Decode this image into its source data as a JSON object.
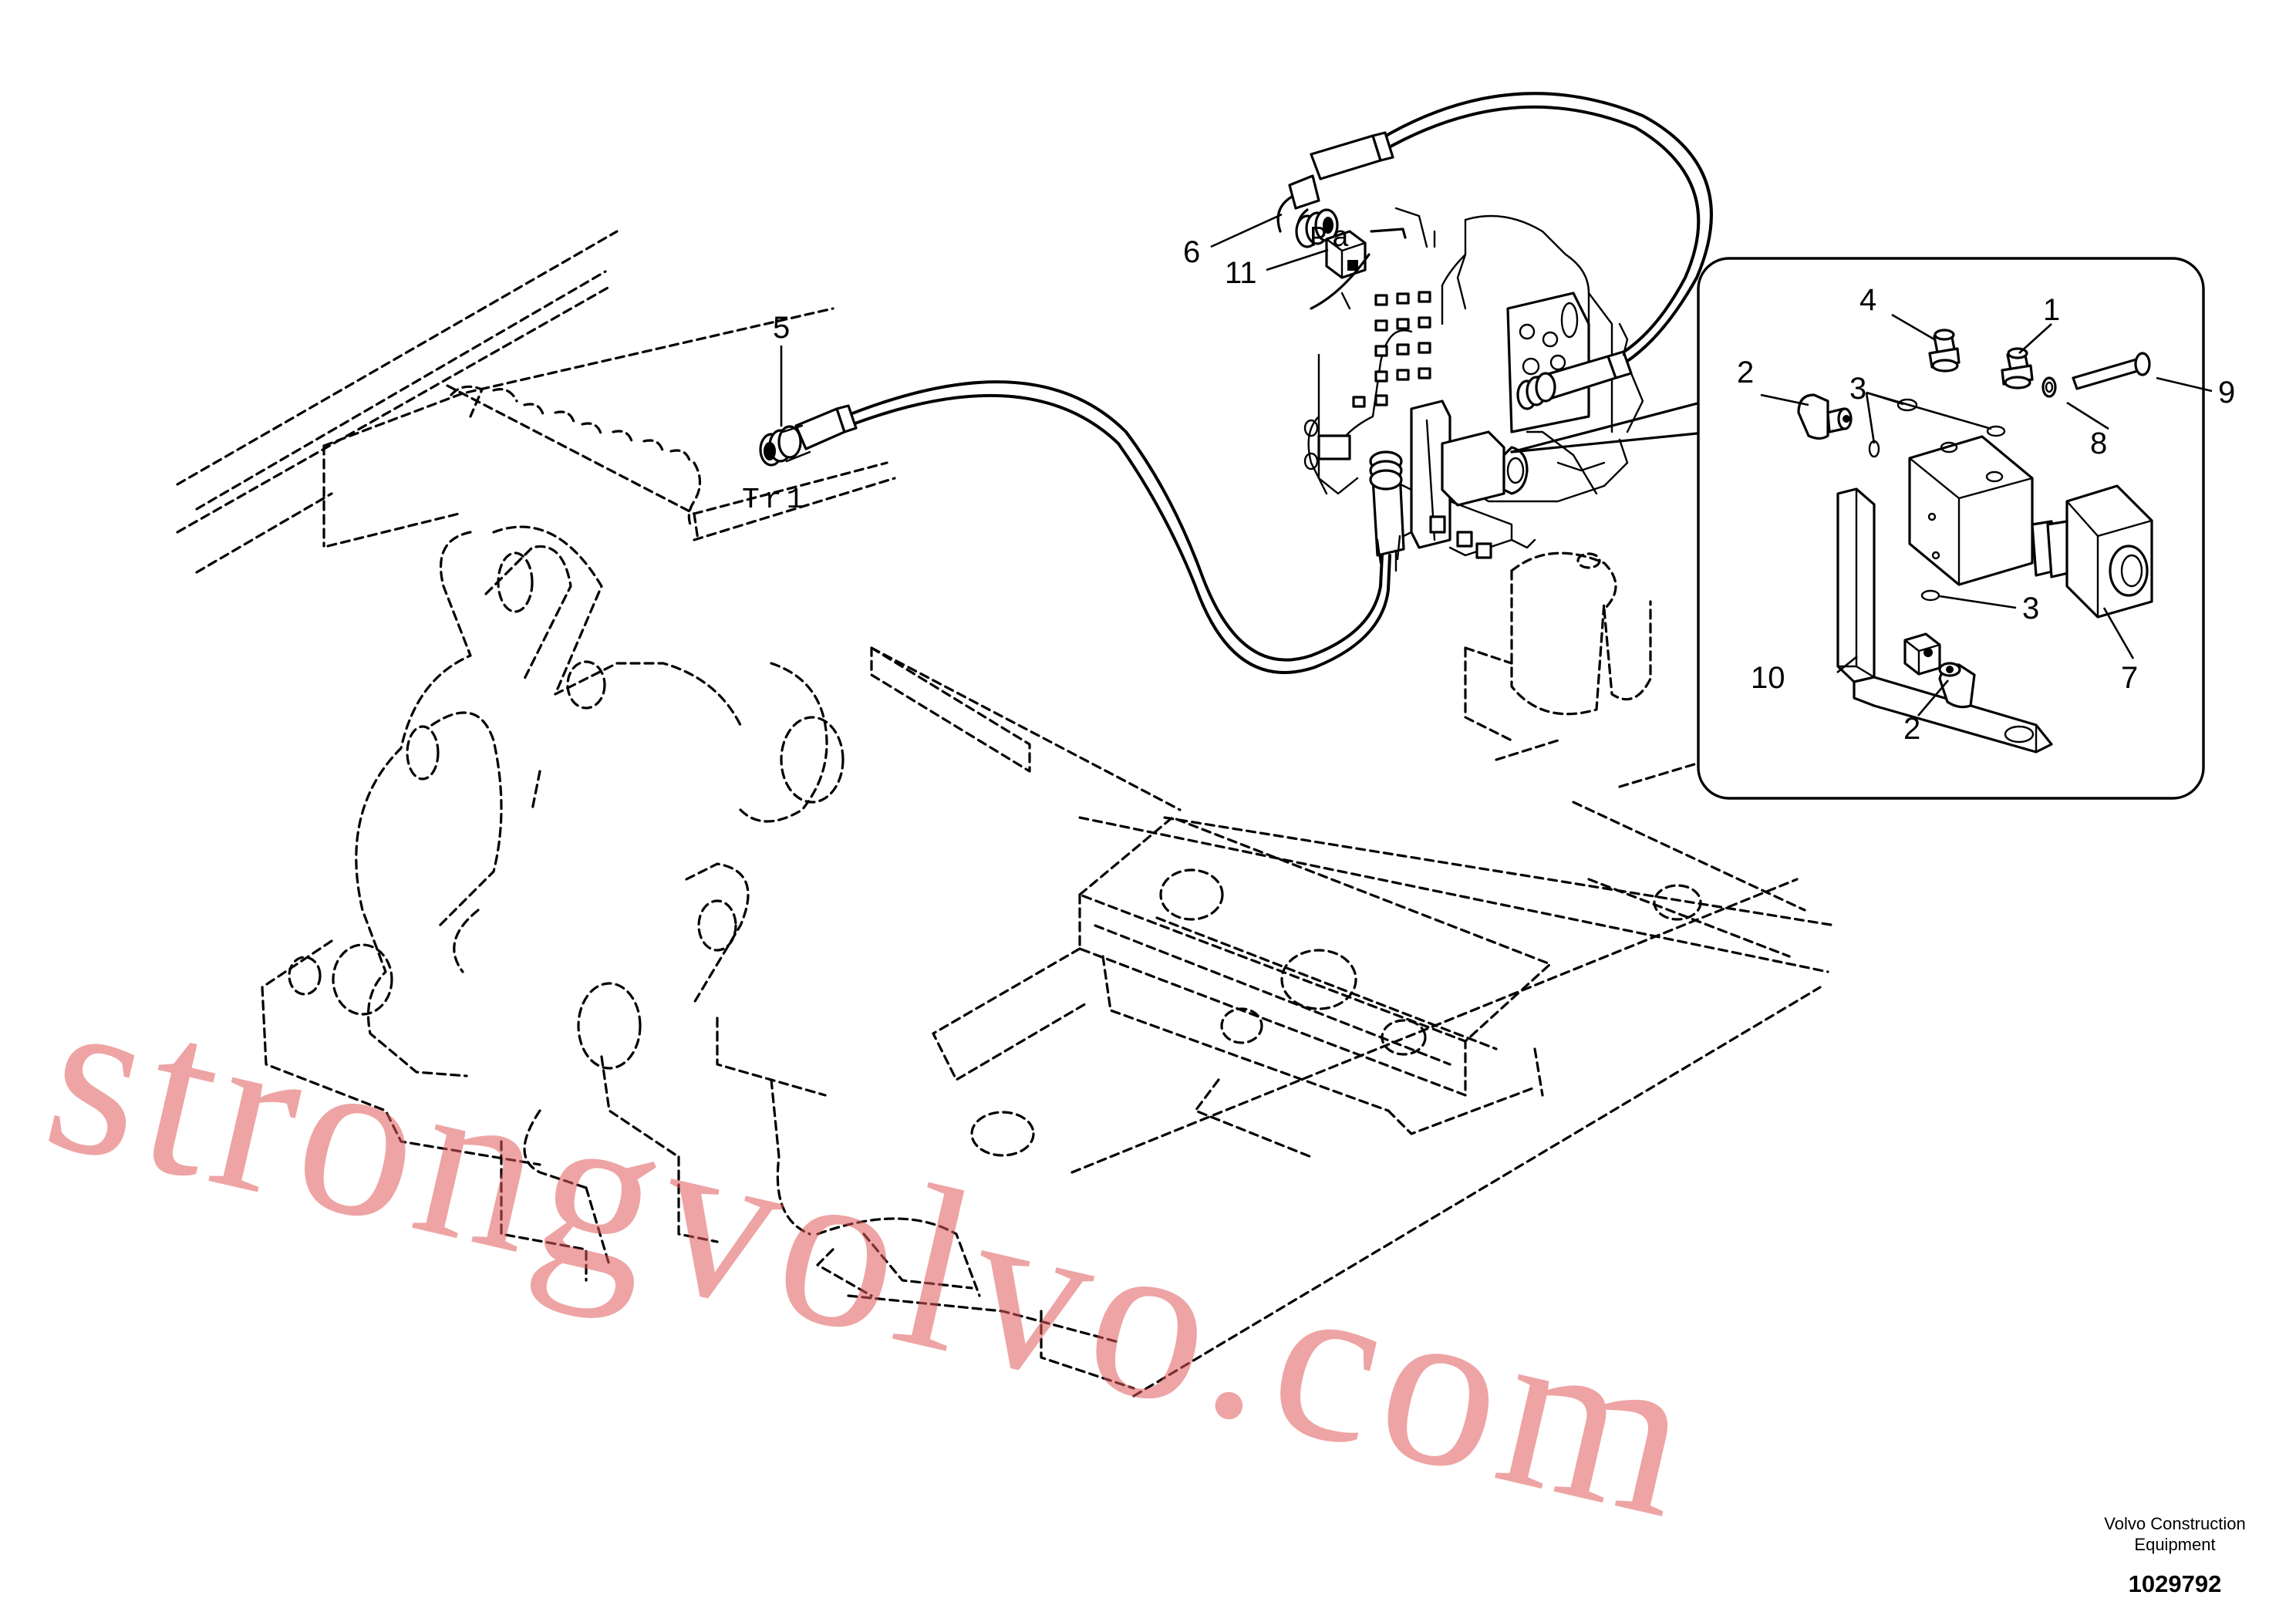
{
  "labels": {
    "p1": "1",
    "p2a": "2",
    "p2b": "2",
    "p3a": "3",
    "p3b": "3",
    "p4": "4",
    "p5": "5",
    "p6": "6",
    "p7": "7",
    "p8": "8",
    "p9": "9",
    "p10": "10",
    "p11": "11"
  },
  "port_marks": {
    "pa": "Pa",
    "tr1": "Tr1"
  },
  "watermark": "strongvolvo.com",
  "footer": {
    "brand_line1": "Volvo Construction",
    "brand_line2": "Equipment",
    "drawing_number": "1029792"
  }
}
